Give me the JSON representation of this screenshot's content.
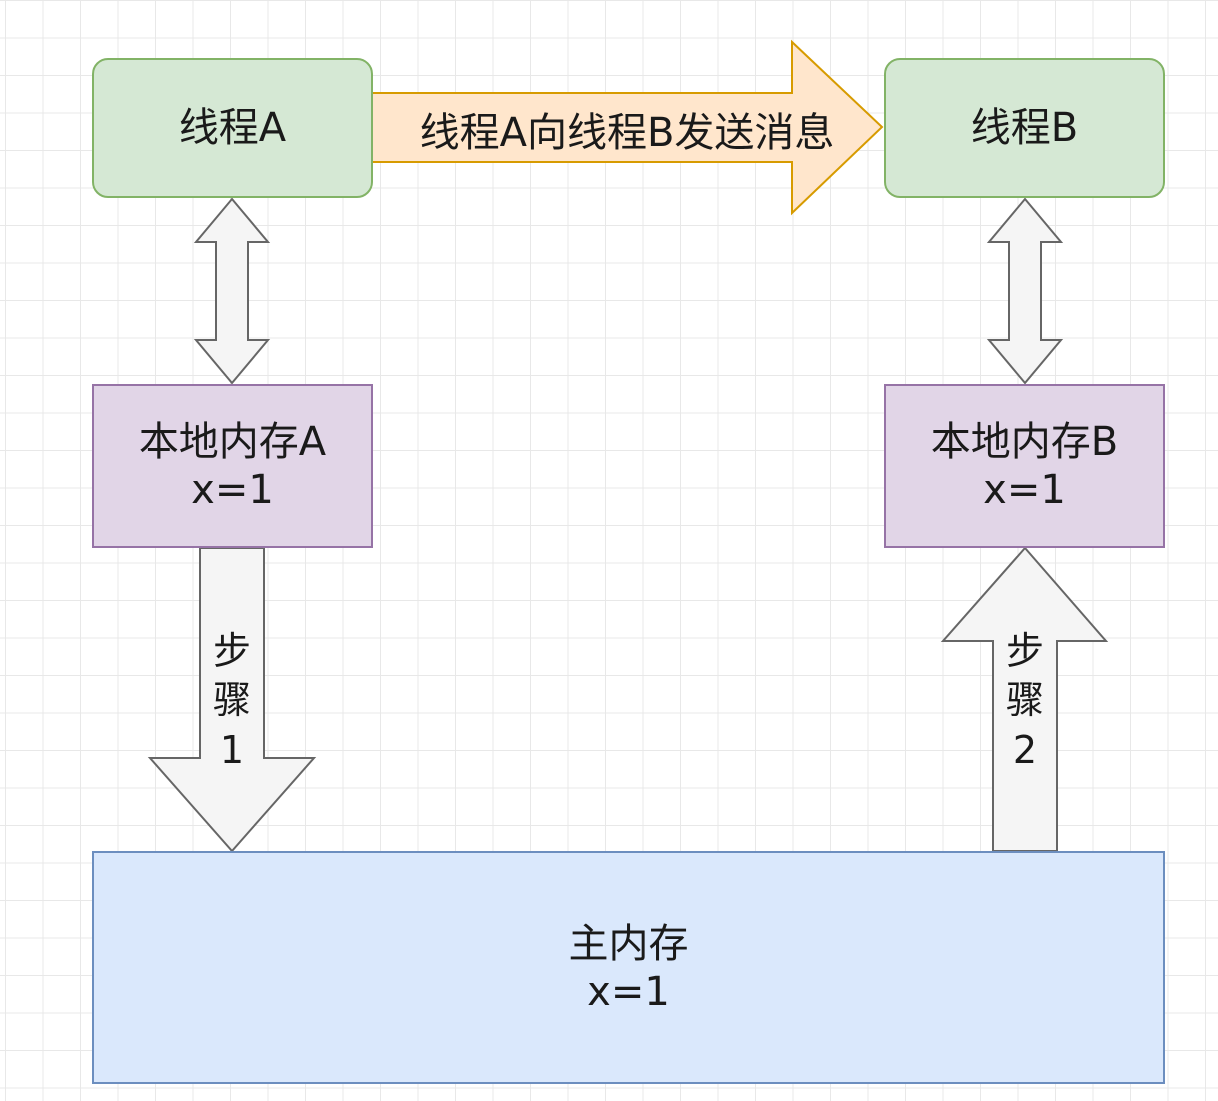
{
  "thread_a": {
    "label": "线程A"
  },
  "thread_b": {
    "label": "线程B"
  },
  "message_arrow": {
    "label": "线程A向线程B发送消息"
  },
  "local_memory_a": {
    "title": "本地内存A",
    "value": "x=1"
  },
  "local_memory_b": {
    "title": "本地内存B",
    "value": "x=1"
  },
  "main_memory": {
    "title": "主内存",
    "value": "x=1"
  },
  "step1": {
    "chars": [
      "步",
      "骤",
      "1"
    ]
  },
  "step2": {
    "chars": [
      "步",
      "骤",
      "2"
    ]
  },
  "colors": {
    "thread_fill": "#d5e8d4",
    "thread_border": "#82b366",
    "message_fill": "#ffe6cc",
    "message_border": "#d79b00",
    "local_fill": "#e1d5e7",
    "local_border": "#9673a6",
    "main_fill": "#dae8fc",
    "main_border": "#6c8ebf",
    "arrow_fill": "#f5f5f5",
    "arrow_border": "#666666"
  }
}
